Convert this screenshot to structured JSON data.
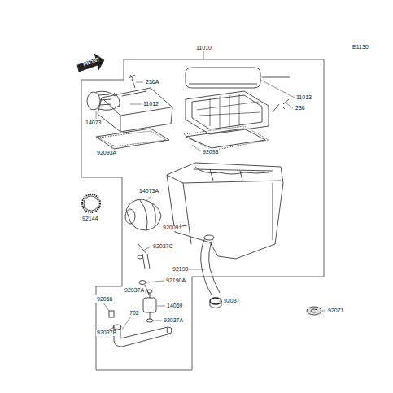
{
  "diagram": {
    "labels": [
      "FRONT",
      "E1130",
      "11010",
      "11013",
      "236A",
      "14073",
      "11012",
      "236",
      "92093A",
      "92093",
      "14073A",
      "92144",
      "92009",
      "92037C",
      "92190",
      "92190A",
      "92037A",
      "14069",
      "92066",
      "92037A",
      "92037B",
      "702",
      "92037",
      "92071"
    ]
  }
}
